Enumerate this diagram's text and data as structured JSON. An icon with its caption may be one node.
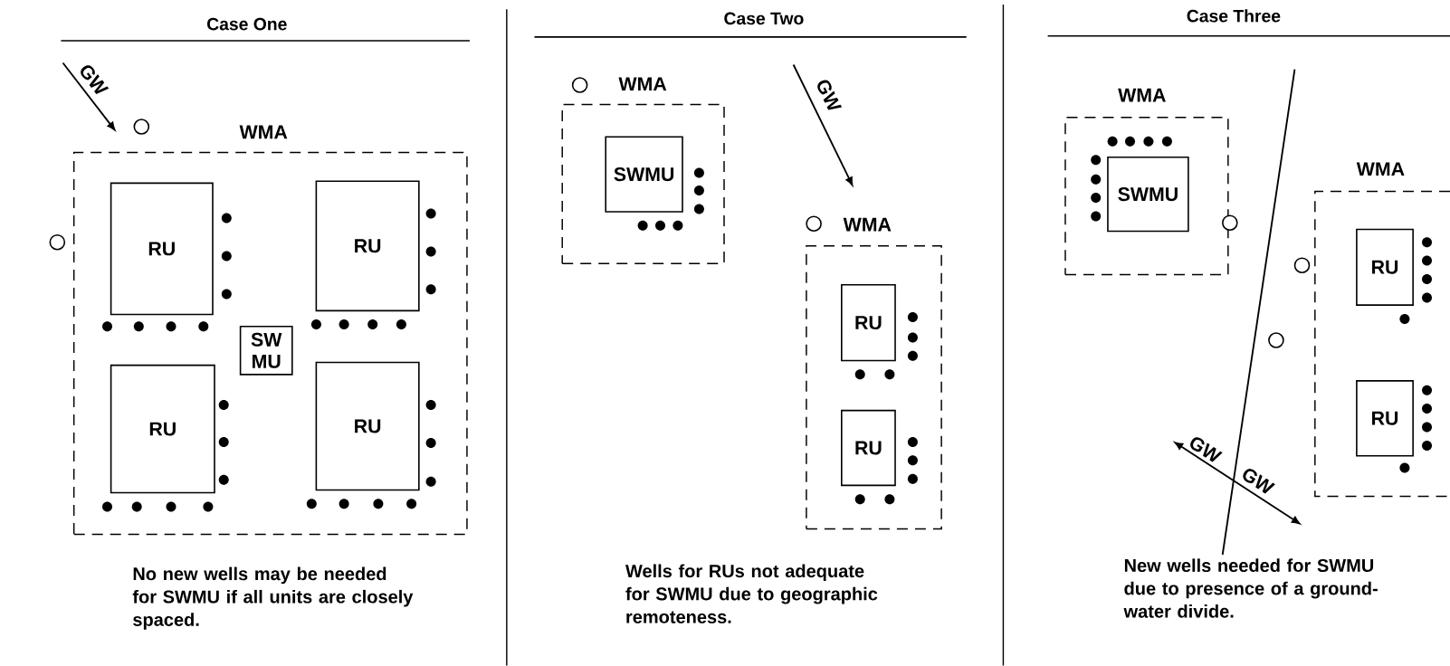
{
  "diagram": {
    "nodes": [
      {
        "text": [
          "WMA"
        ]
      },
      {
        "text": [
          "RU"
        ],
        "in": 0
      },
      {
        "text": [
          "RU"
        ],
        "in": 0
      },
      {
        "text": [
          "SW MU"
        ],
        "in": 0
      },
      {
        "text": [
          "RU"
        ],
        "in": 0
      },
      {
        "text": [
          "RU"
        ],
        "in": 0
      },
      {
        "text": [
          "WMA"
        ]
      },
      {
        "text": [
          "SWMU"
        ],
        "in": 6
      },
      {
        "text": [
          "WMA"
        ]
      },
      {
        "text": [
          "RU"
        ],
        "in": 8
      },
      {
        "text": [
          "RU"
        ],
        "in": 8
      },
      {
        "text": [
          "WMA"
        ]
      },
      {
        "text": [
          "SWMU"
        ],
        "in": 11
      },
      {
        "text": [
          "WMA"
        ]
      },
      {
        "text": [
          "RU"
        ],
        "in": 13
      },
      {
        "text": [
          "RU"
        ],
        "in": 13
      }
    ],
    "labels": [
      "Case One",
      "GW",
      "No new wells may be needed for SWMU if all units are closely spaced.",
      "Case Two",
      "GW",
      "Wells for RUs not adequate for SWMU due to geographic remoteness.",
      "Case Three",
      "GW",
      "GW",
      "New wells needed for SWMU due to presence of a ground-water divide."
    ]
  }
}
